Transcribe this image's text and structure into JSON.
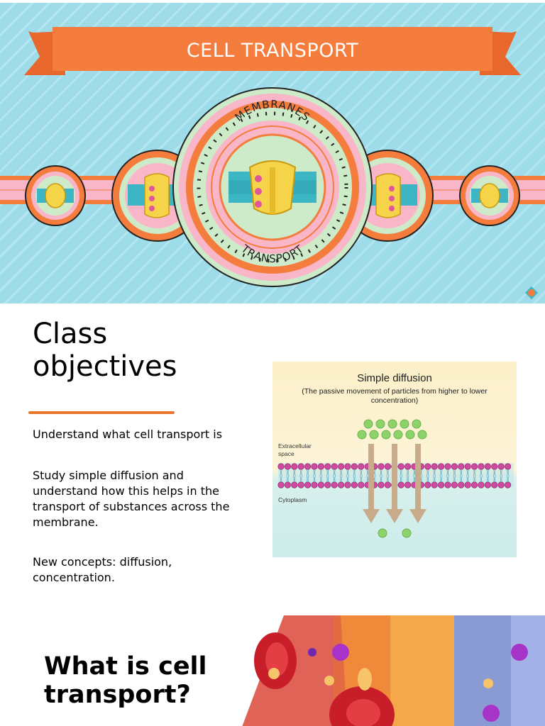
{
  "slide1": {
    "title": "CELL TRANSPORT",
    "badge_top": "MEMBRANES",
    "badge_bottom": "TRANSPORT",
    "colors": {
      "banner": "#f47c3c",
      "background": "#a8e0ec",
      "belt": "#f9b6c8"
    }
  },
  "slide2": {
    "heading": "Class objectives",
    "objectives": [
      "Understand what cell transport is",
      "Study simple diffusion and understand how this helps in the transport of substances across the membrane.",
      "New concepts: diffusion, concentration."
    ],
    "figure": {
      "title": "Simple diffusion",
      "caption": "(The passive movement of particles from higher to lower concentration)",
      "label_top": "Extracellular space",
      "label_bottom": "Cytoplasm"
    }
  },
  "slide3": {
    "heading": "What is cell transport?"
  }
}
